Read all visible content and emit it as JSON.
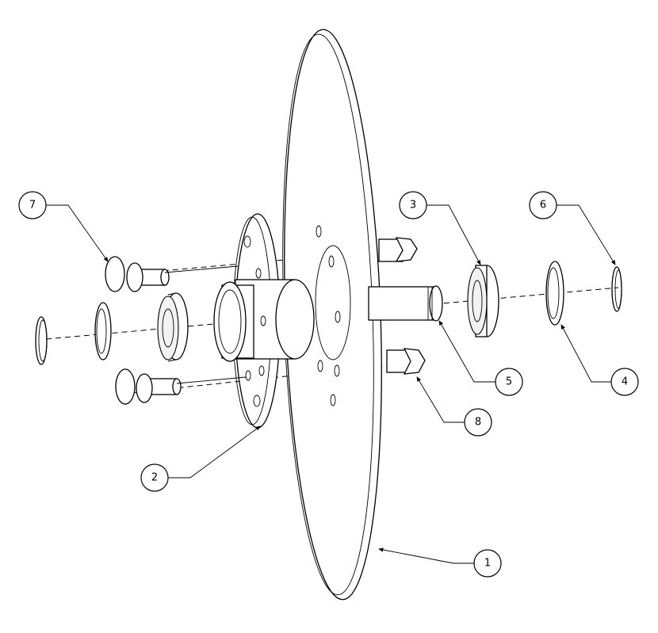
{
  "balloons": [
    {
      "id": "balloon-1",
      "label": "1"
    },
    {
      "id": "balloon-2",
      "label": "2"
    },
    {
      "id": "balloon-3",
      "label": "3"
    },
    {
      "id": "balloon-4",
      "label": "4"
    },
    {
      "id": "balloon-5",
      "label": "5"
    },
    {
      "id": "balloon-6",
      "label": "6"
    },
    {
      "id": "balloon-7",
      "label": "7"
    },
    {
      "id": "balloon-8",
      "label": "8"
    }
  ]
}
